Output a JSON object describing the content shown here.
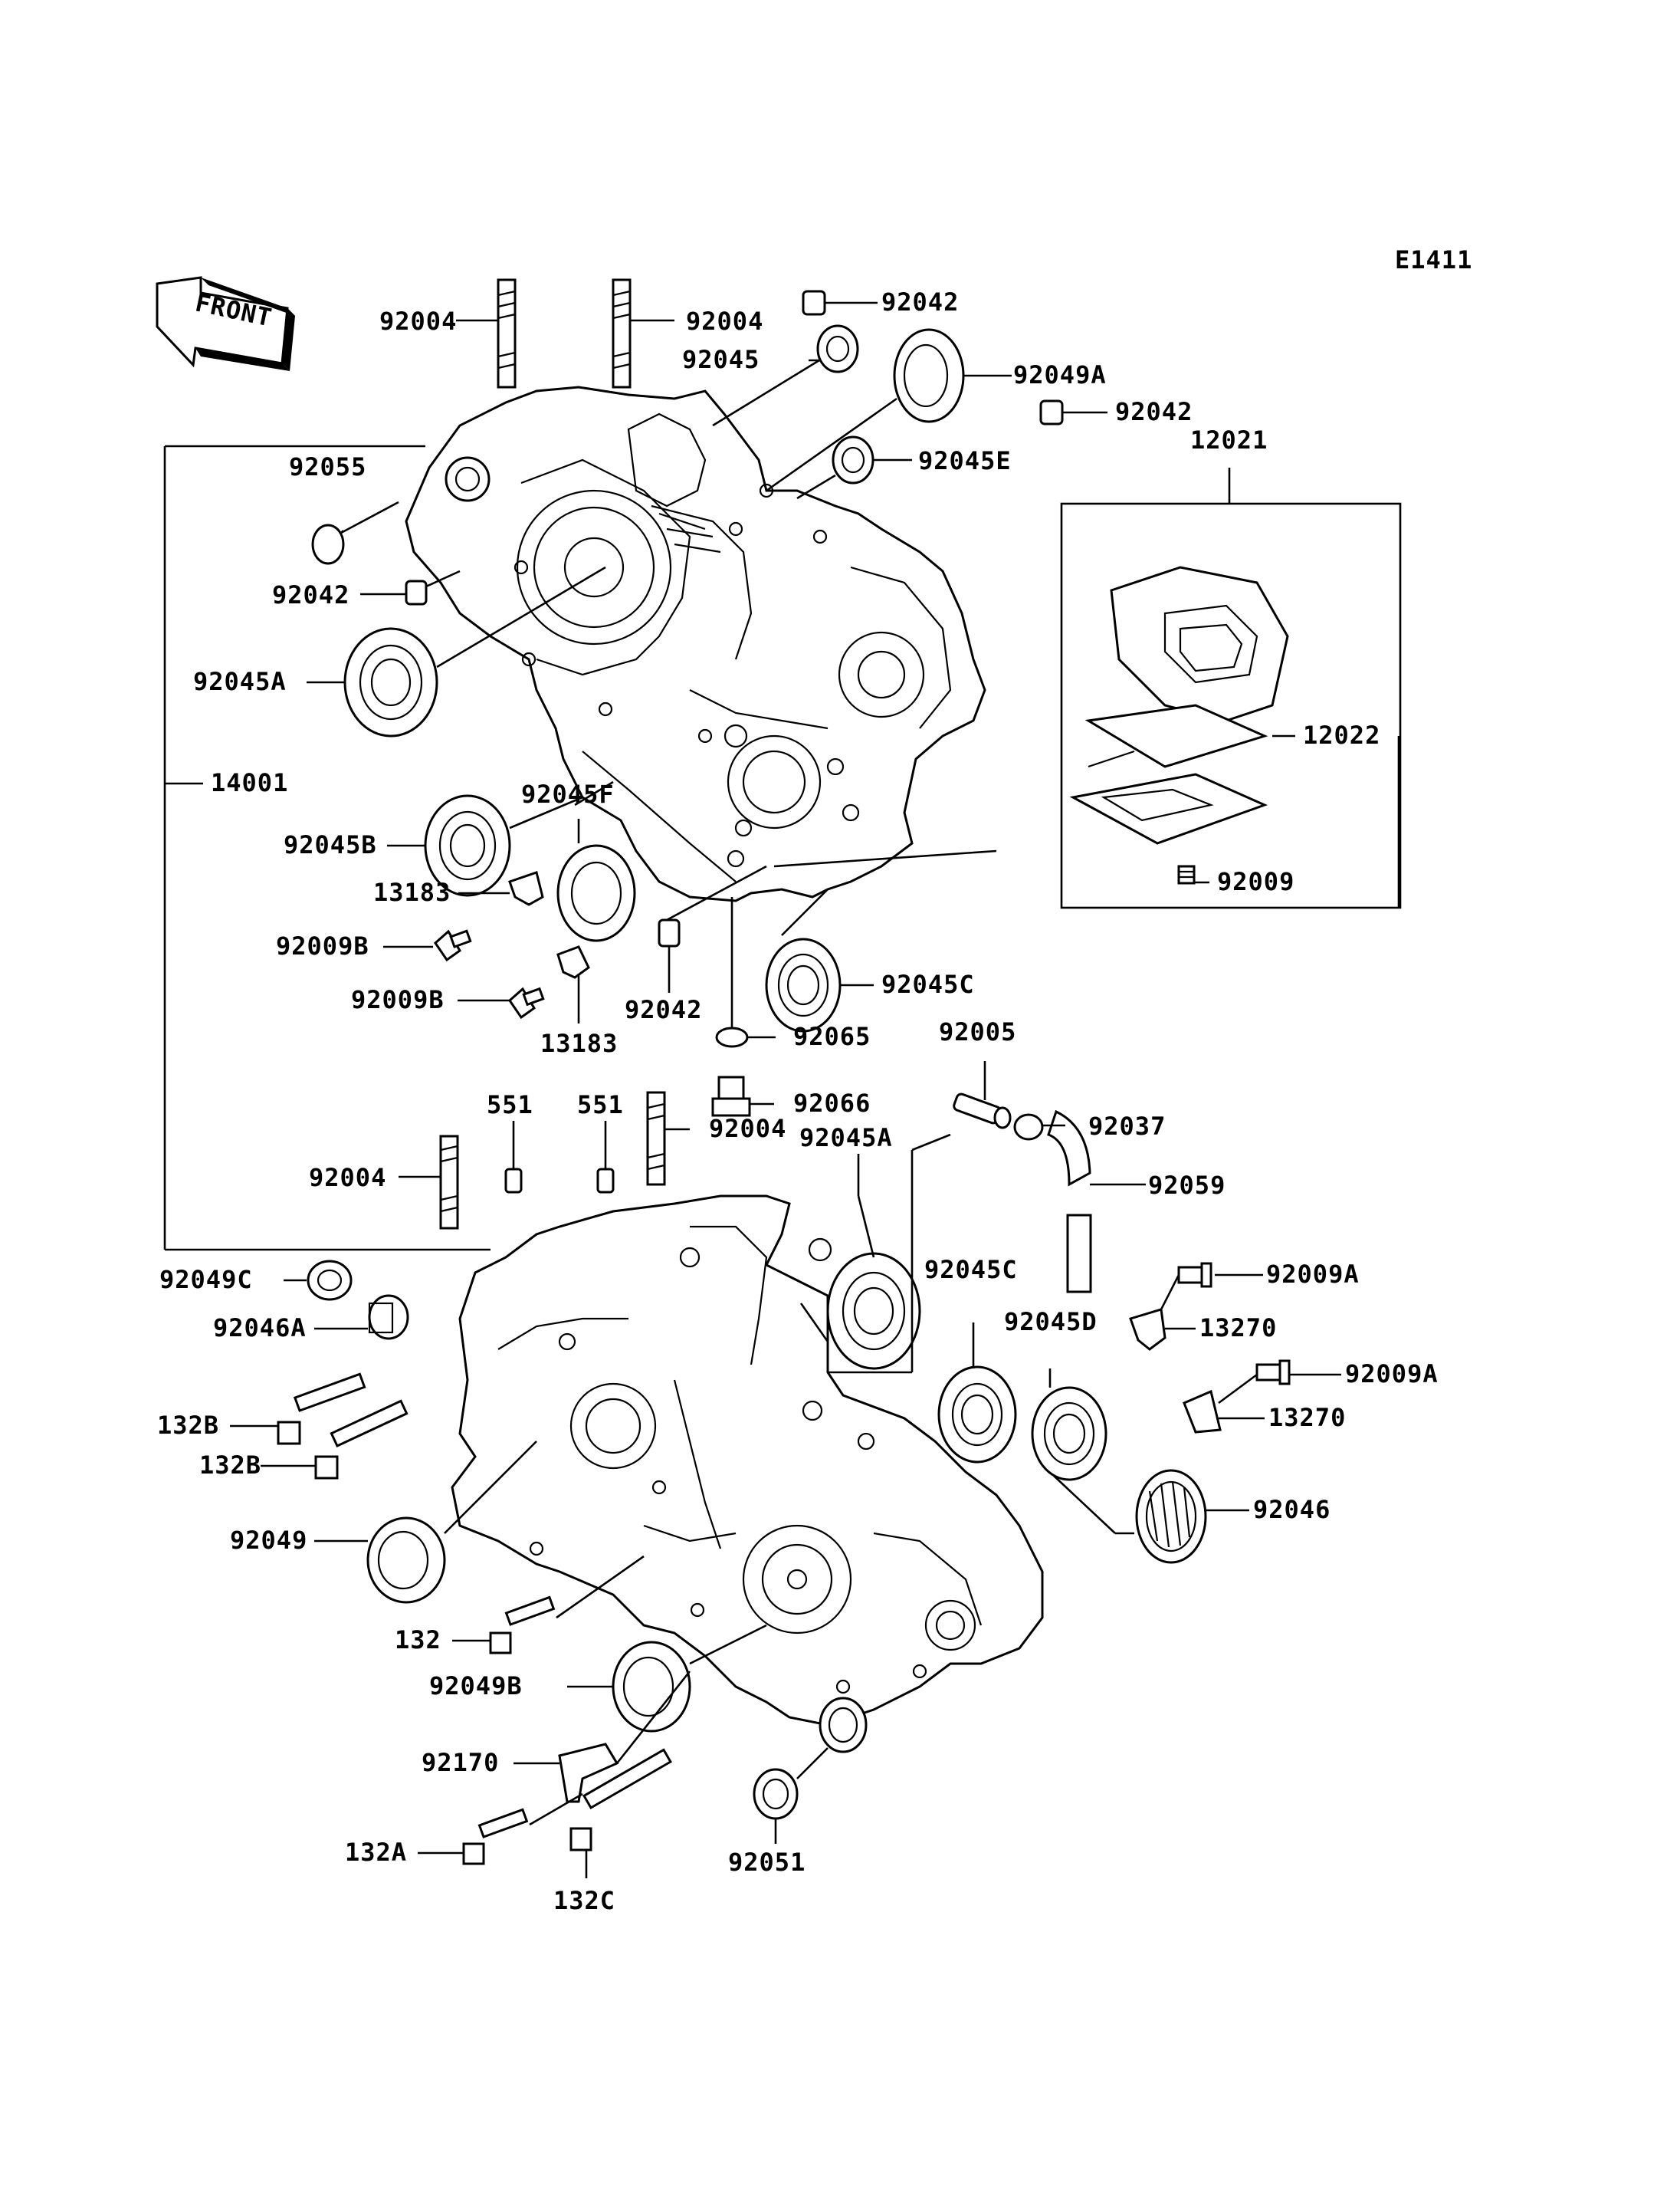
{
  "diagram_code": "E1411",
  "front_label": "FRONT",
  "labels": {
    "l01": "92004",
    "l02": "92004",
    "l03": "92042",
    "l04": "92045",
    "l05": "92049A",
    "l06": "92042",
    "l07": "12021",
    "l08": "92045E",
    "l09": "92055",
    "l10": "92042",
    "l11": "92045A",
    "l12": "14001",
    "l13": "92045F",
    "l14": "92045B",
    "l15": "13183",
    "l16": "92009B",
    "l17": "92009B",
    "l18": "13183",
    "l19": "92042",
    "l20": "92045C",
    "l21": "92065",
    "l22": "12022",
    "l23": "92009",
    "l24": "92005",
    "l25": "92066",
    "l26": "92037",
    "l27": "551",
    "l28": "551",
    "l29": "92004",
    "l30": "92045A",
    "l31": "92059",
    "l32": "92004",
    "l33": "92049C",
    "l34": "92046A",
    "l35": "92045C",
    "l36": "92009A",
    "l37": "92045D",
    "l38": "13270",
    "l39": "92009A",
    "l40": "132B",
    "l41": "13270",
    "l42": "132B",
    "l43": "92046",
    "l44": "92049",
    "l45": "132",
    "l46": "92049B",
    "l47": "92170",
    "l48": "132A",
    "l49": "92051",
    "l50": "132C"
  }
}
